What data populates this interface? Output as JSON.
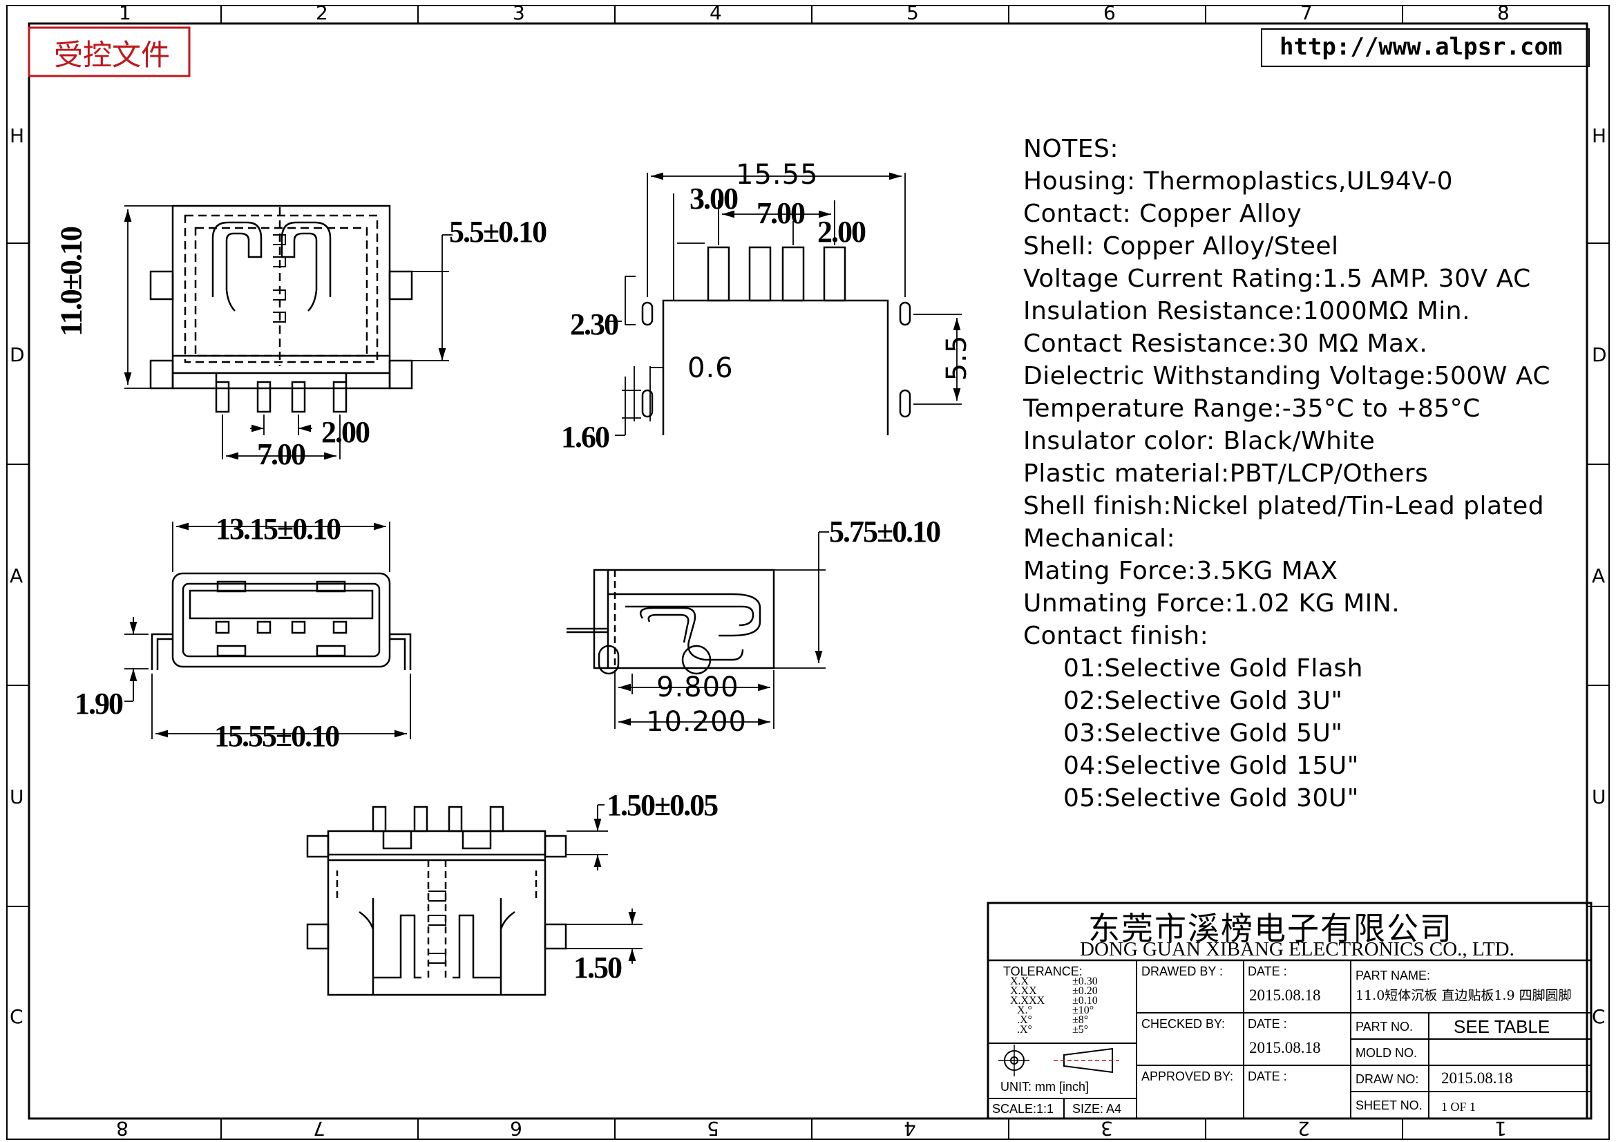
{
  "stamp": "受控文件",
  "url": "http://www.alpsr.com",
  "zones": {
    "columns_top": [
      "1",
      "2",
      "3",
      "4",
      "5",
      "6",
      "7",
      "8"
    ],
    "columns_bottom": [
      "8",
      "7",
      "6",
      "5",
      "4",
      "3",
      "2",
      "1"
    ],
    "rows_left": [
      "H",
      "D",
      "A",
      "U",
      "C"
    ],
    "rows_right": [
      "H",
      "D",
      "A",
      "U",
      "C"
    ]
  },
  "dimensions": {
    "front_height": "11.0±0.10",
    "front_right": "5.5±0.10",
    "front_pitch": "2.00",
    "front_span": "7.00",
    "side_width": "15.55",
    "side_left": "3.00",
    "side_span": "7.00",
    "side_pitch": "2.00",
    "side_height": "2.30",
    "side_thickness": "0.6",
    "side_foot": "1.60",
    "side_right": "5.5",
    "face_width": "13.15±0.10",
    "face_bottom": "15.55±0.10",
    "face_left": "1.90",
    "profile_height": "5.75±0.10",
    "profile_depth1": "9.800",
    "profile_depth2": "10.200",
    "bottom_top": "1.50±0.05",
    "bottom_right": "1.50"
  },
  "notes": {
    "lines": [
      "NOTES:",
      "Housing:  Thermoplastics,UL94V-0",
      "Contact:  Copper  Alloy",
      "Shell:  Copper  Alloy/Steel",
      "Voltage  Current  Rating:1.5  AMP.  30V  AC",
      "Insulation  Resistance:1000MΩ  Min.",
      "Contact  Resistance:30  MΩ  Max.",
      "Dielectric  Withstanding  Voltage:500W  AC",
      "Temperature  Range:-35°C  to  +85°C",
      "Insulator  color:  Black/White",
      "Plastic  material:PBT/LCP/Others",
      "Shell  finish:Nickel  plated/Tin-Lead  plated",
      "Mechanical:",
      "Mating  Force:3.5KG  MAX",
      "Unmating  Force:1.02  KG  MIN.",
      "Contact  finish:"
    ],
    "finishes": [
      "01:Selective  Gold  Flash",
      "02:Selective  Gold  3U\"",
      "03:Selective  Gold  5U\"",
      "04:Selective  Gold  15U\"",
      "05:Selective  Gold  30U\""
    ]
  },
  "title_block": {
    "company_cn": "东莞市溪榜电子有限公司",
    "company_en": "DONG  GUAN  XIBANG  ELECTRONICS  CO.,  LTD.",
    "tolerance_label": "TOLERANCE:",
    "tolerance_rows": [
      {
        "k": "X.X",
        "v": "±0.30"
      },
      {
        "k": "X.XX",
        "v": "±0.20"
      },
      {
        "k": "X.XXX",
        "v": "±0.10"
      },
      {
        "k": "X.°",
        "v": "±10°"
      },
      {
        "k": ".X°",
        "v": "±8°"
      },
      {
        "k": ".X°",
        "v": "±5°"
      }
    ],
    "drawn_by": "DRAWED  BY :",
    "checked_by": "CHECKED  BY:",
    "approved_by": "APPROVED  BY:",
    "date_label": "DATE :",
    "date_drawn": "2015.08.18",
    "date_checked": "2015.08.18",
    "part_name_label": "PART  NAME:",
    "part_name": "11.0短体沉板 直边贴板1.9 四脚圆脚",
    "part_no_label": "PART  NO.",
    "part_no": "SEE  TABLE",
    "mold_no_label": "MOLD  NO.",
    "mold_no": "",
    "draw_no_label": "DRAW  NO:",
    "draw_no": "2015.08.18",
    "sheet_label": "SHEET  NO.",
    "sheet": "1  OF  1",
    "unit_label": "UNIT:  mm  [inch]",
    "scale_label": "SCALE:1:1",
    "size_label": "SIZE:  A4"
  }
}
